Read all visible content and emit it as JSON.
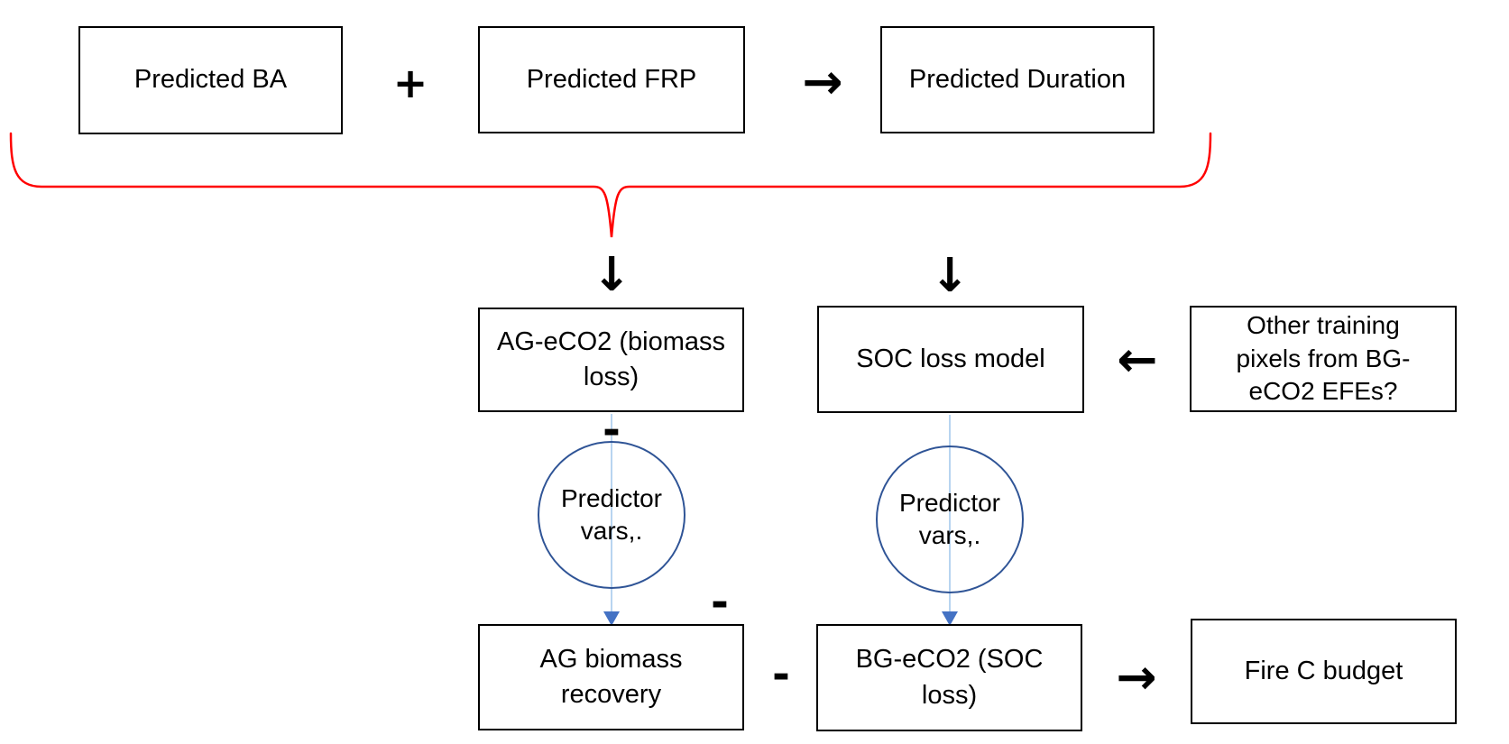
{
  "diagram": {
    "type": "flowchart",
    "boxes": {
      "predicted_ba": {
        "label": "Predicted BA"
      },
      "predicted_frp": {
        "label": "Predicted FRP"
      },
      "predicted_duration": {
        "label": "Predicted Duration"
      },
      "ag_eco2": {
        "label": "AG-eCO2 (biomass loss)",
        "lines": [
          "AG-eCO2 (biomass",
          "loss)"
        ]
      },
      "soc_loss_model": {
        "label": "SOC loss model"
      },
      "other_training": {
        "label": "Other training pixels from BG-eCO2 EFEs?",
        "lines": [
          "Other training",
          "pixels from BG-",
          "eCO2 EFEs?"
        ]
      },
      "ag_biomass_recovery": {
        "label": "AG biomass recovery",
        "lines": [
          "AG biomass",
          "recovery"
        ]
      },
      "bg_eco2": {
        "label": "BG-eCO2 (SOC loss)",
        "lines": [
          "BG-eCO2 (SOC",
          "loss)"
        ]
      },
      "fire_c_budget": {
        "label": "Fire C budget"
      }
    },
    "circles": {
      "predictor_vars_left": {
        "label": "Predictor vars,.",
        "lines": [
          "Predictor",
          "vars,."
        ]
      },
      "predictor_vars_right": {
        "label": "Predictor vars,.",
        "lines": [
          "Predictor",
          "vars,."
        ]
      }
    },
    "operators": {
      "plus": "+",
      "minus": "-",
      "arrow_right": "→",
      "arrow_left": "←",
      "arrow_down": "↓"
    },
    "colors": {
      "box_border": "#000000",
      "text": "#000000",
      "brace": "#FF0000",
      "circle_border": "#2F5496",
      "connector_line": "#A6C9EC",
      "connector_arrowhead": "#4472C4"
    }
  }
}
